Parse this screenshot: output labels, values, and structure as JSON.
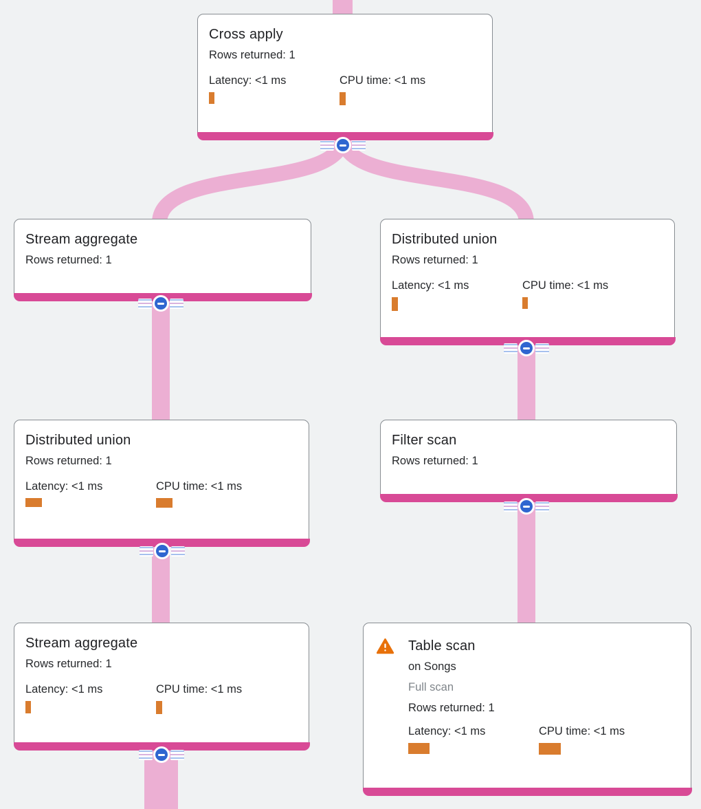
{
  "app": "Query execution plan visualizer",
  "colors": {
    "background": "#F0F2F3",
    "card_accent_bar": "#D84A96",
    "flow_link": "#ECAFD3",
    "metric_bar": "#D97C2E",
    "collapse_button": "#2F66D0",
    "warning": "#E8710A",
    "muted_text": "#80868B",
    "text": "#202124"
  },
  "icons": {
    "collapse": "minus-icon",
    "warning": "warning-triangle-icon"
  },
  "nodes": {
    "cross_apply": {
      "title": "Cross apply",
      "rows_returned": "Rows returned: 1",
      "latency_label": "Latency: <1 ms",
      "latency_bar_style": "width:8px;height:17px",
      "cpu_label": "CPU time: <1 ms",
      "cpu_bar_style": "width:9px;height:19px"
    },
    "stream_aggregate_top": {
      "title": "Stream aggregate",
      "rows_returned": "Rows returned: 1"
    },
    "distributed_union_right": {
      "title": "Distributed union",
      "rows_returned": "Rows returned: 1",
      "latency_label": "Latency: <1 ms",
      "latency_bar_style": "width:9px;height:20px",
      "cpu_label": "CPU time: <1 ms",
      "cpu_bar_style": "width:8px;height:17px"
    },
    "distributed_union_left": {
      "title": "Distributed union",
      "rows_returned": "Rows returned: 1",
      "latency_label": "Latency: <1 ms",
      "latency_bar_style": "width:24px;height:13px",
      "cpu_label": "CPU time: <1 ms",
      "cpu_bar_style": "width:24px;height:14px"
    },
    "filter_scan": {
      "title": "Filter scan",
      "rows_returned": "Rows returned: 1"
    },
    "stream_aggregate_bottom": {
      "title": "Stream aggregate",
      "rows_returned": "Rows returned: 1",
      "latency_label": "Latency: <1 ms",
      "latency_bar_style": "width:8px;height:18px",
      "cpu_label": "CPU time: <1 ms",
      "cpu_bar_style": "width:9px;height:19px"
    },
    "table_scan": {
      "title": "Table scan",
      "target": "on Songs",
      "scan_type": "Full scan",
      "rows_returned": "Rows returned: 1",
      "latency_label": "Latency: <1 ms",
      "latency_bar_style": "width:31px;height:16px",
      "cpu_label": "CPU time: <1 ms",
      "cpu_bar_style": "width:32px;height:17px"
    }
  }
}
